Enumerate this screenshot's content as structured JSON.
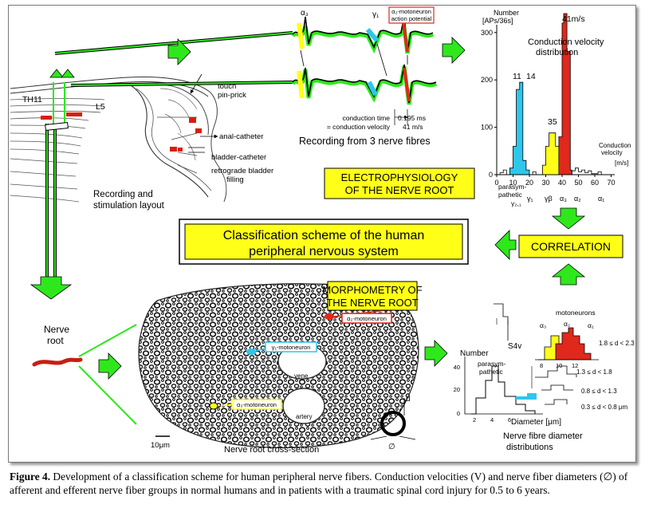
{
  "figure": {
    "spine": {
      "th11": "TH11",
      "l5": "L5",
      "touch": "touch",
      "pin_prick": "pin-prick",
      "anal_catheter": "anal-catheter",
      "bladder_catheter": "bladder-catheter",
      "retro_1": "retrograde bladder",
      "retro_2": "filling",
      "rec_1": "Recording and",
      "rec_2": "stimulation layout"
    },
    "traces": {
      "alpha3": "α₃",
      "gamma1": "γ₁",
      "ap_1": "α₂-motoneuron",
      "ap_2": "action potential",
      "cond_time_label": "conduction time",
      "cond_time_value": "0.195 ms",
      "cond_vel_label": "= conduction velocity",
      "cond_vel_value": "41 m/s",
      "caption": "Recording from 3 nerve fibres"
    },
    "cv_hist": {
      "ylabel_1": "Number",
      "ylabel_2": "[APs/36s]",
      "title_1": "Conduction velocity",
      "title_2": "distribution",
      "peak_41": "41m/s",
      "peak_11": "11",
      "peak_14": "14",
      "peak_35": "35",
      "cv_label_1": "Conduction",
      "cv_label_2": "velocity",
      "unit": "[m/s]",
      "yticks": [
        "0",
        "100",
        "200",
        "300"
      ],
      "xticks": [
        "0",
        "10",
        "20",
        "30",
        "40",
        "50",
        "60",
        "70"
      ],
      "parasym_1": "parasym-",
      "parasym_2": "pathetic",
      "g_cl": "γ₂,₁",
      "g1": "γ₁",
      "gb": "γβ",
      "a3": "α₃",
      "a2": "α₂",
      "a1": "α₁"
    },
    "electro_box": [
      "ELECTROPHYSIOLOGY",
      "OF THE NERVE ROOT"
    ],
    "classification": [
      "Classification scheme of the human",
      "peripheral nervous system"
    ],
    "correlation": "CORRELATION",
    "morpho_box": [
      "MORPHOMETRY OF",
      "THE NERVE ROOT"
    ],
    "nerve_root": [
      "Nerve",
      "root"
    ],
    "cross": {
      "a2_mn": "α₂-motoneuron",
      "g1_mn": "γ₁-motoneuron",
      "a3_mn": "α₃-motoneuron",
      "vene": "vene",
      "artery": "artery",
      "scale": "10μm",
      "caption": "Nerve root cross-section",
      "d": "d",
      "phi": "∅"
    },
    "diam_hist": {
      "motoneurons": "motoneurons",
      "a3": "α₃",
      "a2": "α₂",
      "a1": "α₁",
      "number": "Number",
      "s4v": "S4v",
      "parasym_1": "parasym-",
      "parasym_2": "pathetic",
      "range1": "1.8 ≤ d < 2.3",
      "range2": "1.3 ≤ d < 1.8",
      "range3": "0.8 ≤ d < 1.3",
      "range4": "0.3 ≤ d < 0.8 μm",
      "tick8": "8",
      "tick10": "10",
      "tick12": "12",
      "yticks": [
        "0",
        "20",
        "40"
      ],
      "xticks": [
        "2",
        "4",
        "6"
      ],
      "xlabel": "Diameter [μm]",
      "caption_1": "Nerve fibre diameter",
      "caption_2": "distributions"
    }
  },
  "caption": {
    "label": "Figure 4.",
    "text": " Development of a classification scheme for human peripheral nerve fibers. Conduction velocities (V) and nerve fiber diameters (∅) of afferent and efferent nerve fiber groups in normal humans and in patients with a traumatic spinal cord injury for 0.5 to 6 years."
  },
  "colors": {
    "green": "#2ee81c",
    "yellow": "#ffff18",
    "cyan": "#2fc6ec",
    "red": "#e0281c"
  }
}
